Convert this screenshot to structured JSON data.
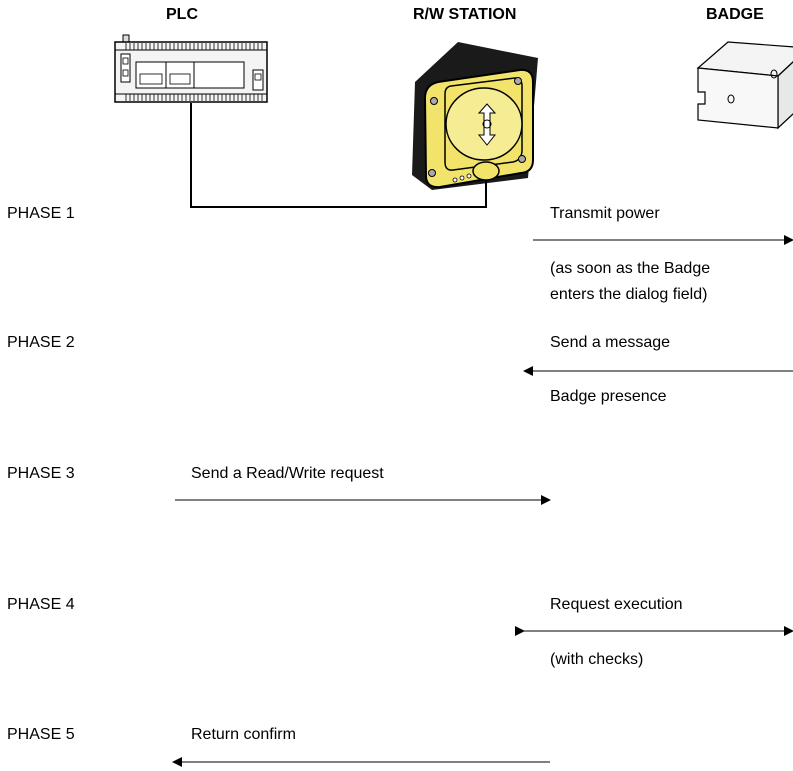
{
  "headers": {
    "plc": "PLC",
    "station": "R/W STATION",
    "badge": "BADGE"
  },
  "phases": [
    {
      "label": "PHASE 1",
      "message": "Transmit power",
      "note_lines": [
        "(as soon as the Badge",
        "enters the dialog field)"
      ],
      "direction": "station-to-badge"
    },
    {
      "label": "PHASE 2",
      "message": "Send a message",
      "note_lines": [
        "Badge presence"
      ],
      "direction": "badge-to-station"
    },
    {
      "label": "PHASE 3",
      "message": "Send a Read/Write request",
      "note_lines": [],
      "direction": "plc-to-station"
    },
    {
      "label": "PHASE 4",
      "message": "Request execution",
      "note_lines": [
        "(with checks)"
      ],
      "direction": "bidirectional-station-badge"
    },
    {
      "label": "PHASE 5",
      "message": "Return confirm",
      "note_lines": [],
      "direction": "station-to-plc"
    }
  ],
  "colors": {
    "station_body": "#f2e36b",
    "station_shadow": "#1a1a1a",
    "device_fill": "#f4f4f4",
    "line": "#000000"
  },
  "icons": {
    "plc": "plc-device-icon",
    "station": "rw-station-icon",
    "badge": "badge-tag-icon"
  }
}
